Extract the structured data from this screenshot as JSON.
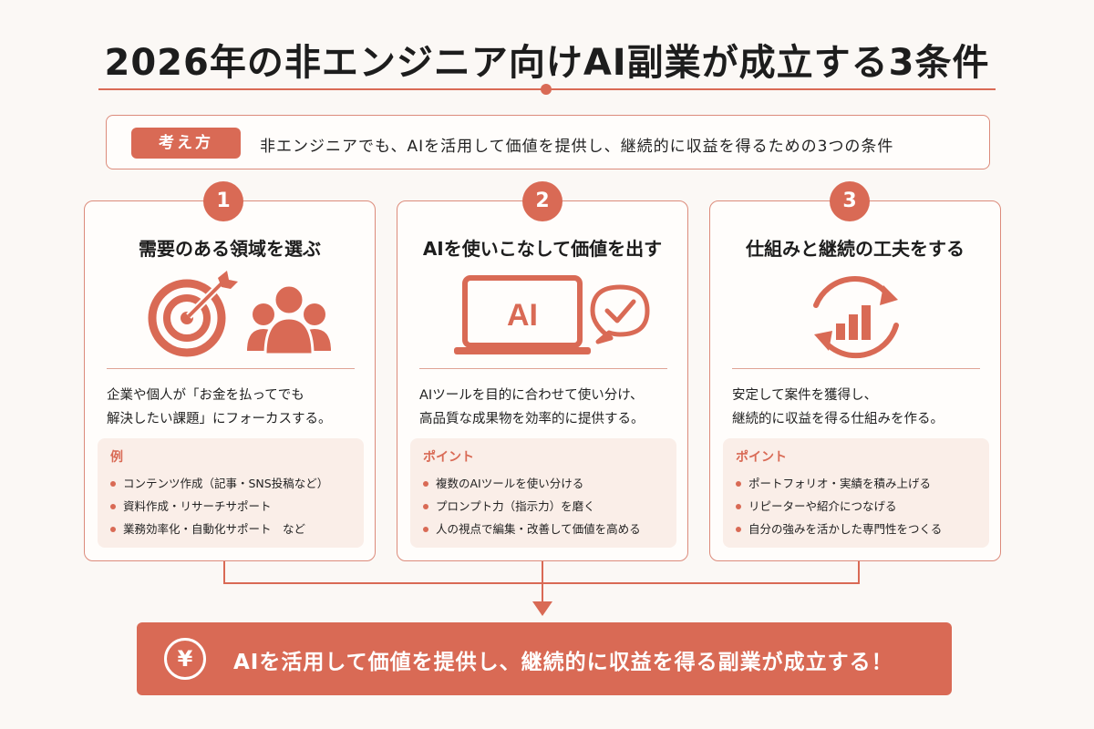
{
  "title": "2026年の非エンジニア向けAI副業が成立する3条件",
  "concept": {
    "tag": "考え方",
    "text": "非エンジニアでも、AIを活用して価値を提供し、継続的に収益を得るための3つの条件"
  },
  "cards": [
    {
      "number": "1",
      "title": "需要のある領域を選ぶ",
      "desc_lines": [
        "企業や個人が「お金を払ってでも",
        "解決したい課題」にフォーカスする。"
      ],
      "box_label": "例",
      "items": [
        "コンテンツ作成（記事・SNS投稿など）",
        "資料作成・リサーチサポート",
        "業務効率化・自動化サポート　など"
      ],
      "icons": [
        "target-arrow-icon",
        "people-icon"
      ]
    },
    {
      "number": "2",
      "title": "AIを使いこなして価値を出す",
      "desc_lines": [
        "AIツールを目的に合わせて使い分け、",
        "高品質な成果物を効率的に提供する。"
      ],
      "box_label": "ポイント",
      "items": [
        "複数のAIツールを使い分ける",
        "プロンプト力（指示力）を磨く",
        "人の視点で編集・改善して価値を高める"
      ],
      "icon_text": "AI",
      "icons": [
        "ai-laptop-icon",
        "check-bubble-icon"
      ]
    },
    {
      "number": "3",
      "title": "仕組みと継続の工夫をする",
      "desc_lines": [
        "安定して案件を獲得し、",
        "継続的に収益を得る仕組みを作る。"
      ],
      "box_label": "ポイント",
      "items": [
        "ポートフォリオ・実績を積み上げる",
        "リピーターや紹介につなげる",
        "自分の強みを活かした専門性をつくる"
      ],
      "icons": [
        "growth-cycle-icon"
      ]
    }
  ],
  "result": {
    "icon": "¥",
    "text": "AIを活用して価値を提供し、継続的に収益を得る副業が成立する！"
  },
  "colors": {
    "accent": "#d96a55",
    "box_bg": "#faeee8",
    "background": "#fbf8f5"
  }
}
